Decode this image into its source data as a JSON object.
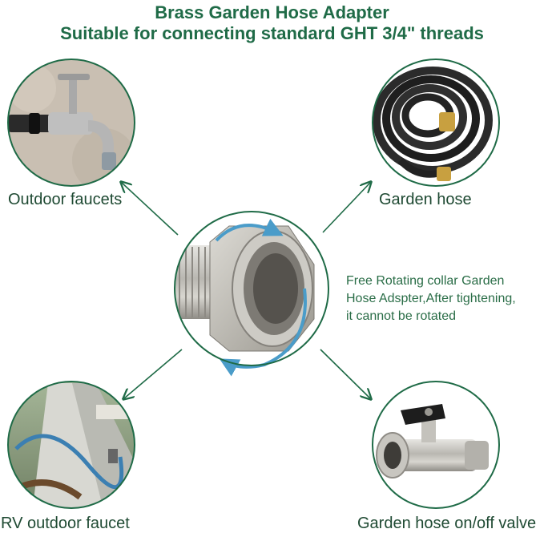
{
  "header": {
    "title": "Brass Garden Hose Adapter",
    "subtitle": "Suitable for connecting standard GHT 3/4\" threads"
  },
  "center": {
    "note_lines": [
      "Free Rotating collar Garden",
      "Hose Adspter,After tightening,",
      "it cannot be rotated"
    ]
  },
  "items": [
    {
      "label": "Outdoor faucets"
    },
    {
      "label": "Garden hose"
    },
    {
      "label": "RV outdoor faucet"
    },
    {
      "label": "Garden hose on/off valve"
    }
  ],
  "colors": {
    "ring": "#1f6b47",
    "rotation_arrow": "#4a9cc9",
    "text": "#1f4a33"
  }
}
